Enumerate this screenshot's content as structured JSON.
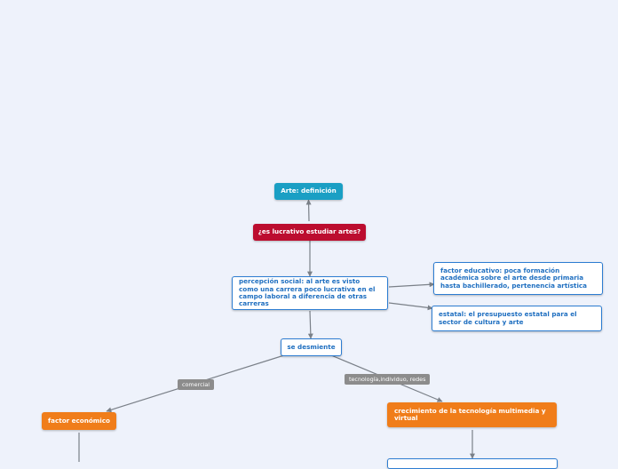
{
  "nodes": {
    "arte_definicion": "Arte: definición",
    "es_lucrativo": "¿es lucrativo estudiar artes?",
    "percepcion_social": "percepción social: al arte es visto como una carrera poco lucrativa en el campo laboral a diferencia de otras carreras",
    "factor_educativo": "factor educativo: poca formación académica sobre el arte desde primaria hasta bachillerado, pertenencia artística",
    "estatal": "estatal: el presupuesto estatal para el sector de cultura y arte",
    "se_desmiente": "se desmiente",
    "factor_economico": "factor económico",
    "crecimiento_tecnologia": "crecimiento de la tecnología multimedia y virtual"
  },
  "edge_labels": {
    "comercial": "comercial",
    "tecnologia": "tecnología,individuo, redes"
  },
  "colors": {
    "background": "#eef2fb",
    "teal": "#1a9fc4",
    "red": "#bc0d2f",
    "orange": "#f07d1a",
    "white_node_border": "#2d7dd2",
    "white_node_text": "#1f6fc0",
    "edge_label_bg": "#8c8c8c",
    "connector": "#7a8088"
  }
}
